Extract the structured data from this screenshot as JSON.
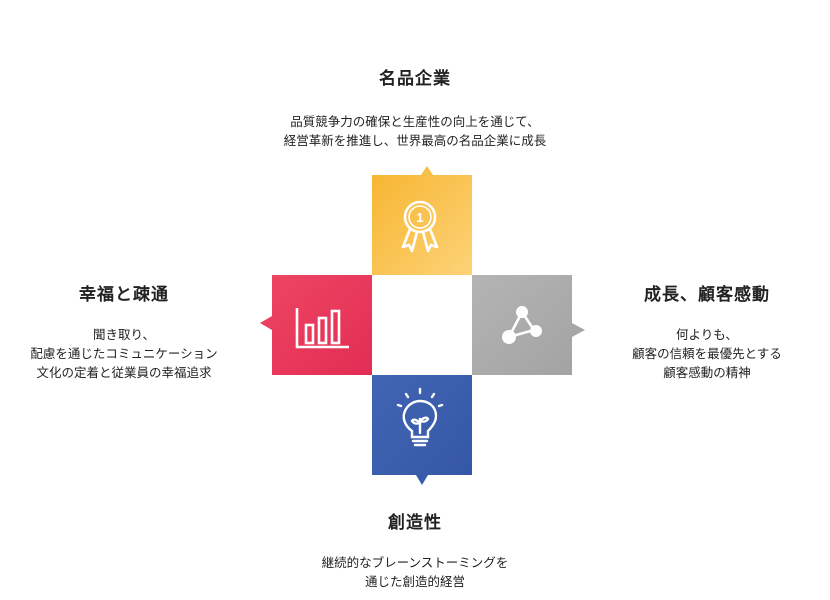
{
  "top": {
    "title": "名品企業",
    "lines": [
      "品質競争力の確保と生産性の向上を通じて、",
      "経営革新を推進し、世界最高の名品企業に成長"
    ],
    "color": "#f6b63a",
    "icon": "award-medal-icon"
  },
  "left": {
    "title": "幸福と疎通",
    "lines": [
      "聞き取り、",
      "配慮を通じたコミュニケーション",
      "文化の定着と従業員の幸福追求"
    ],
    "color": "#e93a5a",
    "icon": "bar-chart-icon"
  },
  "right": {
    "title": "成長、顧客感動",
    "lines": [
      "何よりも、",
      "顧客の信頼を最優先とする",
      "顧客感動の精神"
    ],
    "color": "#a9a9a9",
    "icon": "network-nodes-icon"
  },
  "bottom": {
    "title": "創造性",
    "lines": [
      "継続的なブレーンストーミングを",
      "通じた創造的経営"
    ],
    "color": "#3a5eae",
    "icon": "lightbulb-icon"
  }
}
